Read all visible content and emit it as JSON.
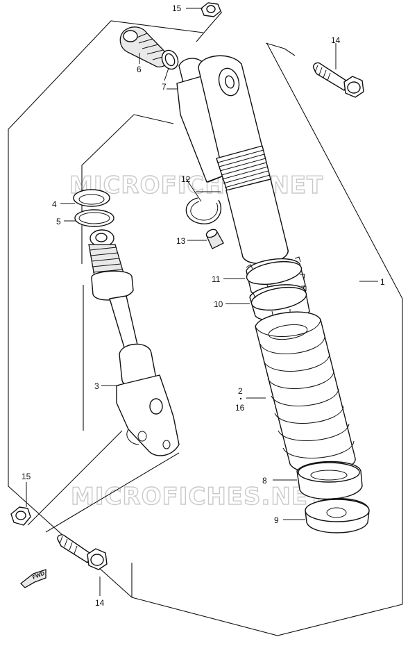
{
  "diagram": {
    "callouts": [
      {
        "id": "c15a",
        "label": "15"
      },
      {
        "id": "c14a",
        "label": "14"
      },
      {
        "id": "c6",
        "label": "6"
      },
      {
        "id": "c7",
        "label": "7"
      },
      {
        "id": "c12",
        "label": "12"
      },
      {
        "id": "c4",
        "label": "4"
      },
      {
        "id": "c5",
        "label": "5"
      },
      {
        "id": "c13",
        "label": "13"
      },
      {
        "id": "c11",
        "label": "11"
      },
      {
        "id": "c1",
        "label": "1"
      },
      {
        "id": "c10",
        "label": "10"
      },
      {
        "id": "c3",
        "label": "3"
      },
      {
        "id": "c2",
        "label": "2"
      },
      {
        "id": "c16",
        "label": "16"
      },
      {
        "id": "c8",
        "label": "8"
      },
      {
        "id": "c9",
        "label": "9"
      },
      {
        "id": "c15b",
        "label": "15"
      },
      {
        "id": "c14b",
        "label": "14"
      }
    ],
    "watermarks": [
      "MICROFICHES.NET",
      "MICROFICHES.NET"
    ],
    "fwd_label": "FWD",
    "colors": {
      "line": "#111111",
      "background": "#ffffff",
      "watermark": "#c9c9c9"
    }
  }
}
